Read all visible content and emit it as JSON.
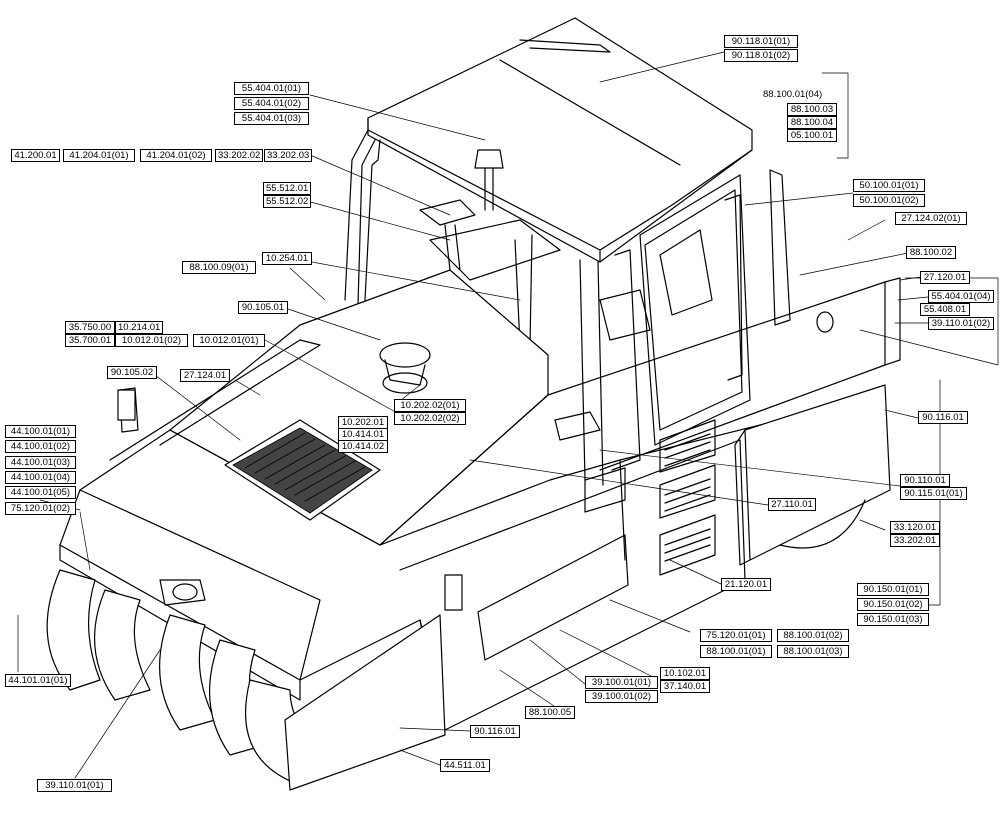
{
  "labels": {
    "p90_118_01_01": "90.118.01(01)",
    "p90_118_01_02": "90.118.01(02)",
    "p88_100_01_04": "88.100.01(04)",
    "p88_100_03": "88.100.03",
    "p88_100_04": "88.100.04",
    "p05_100_01": "05.100.01",
    "p55_404_01_01": "55.404.01(01)",
    "p55_404_01_02": "55.404.01(02)",
    "p55_404_01_03": "55.404.01(03)",
    "p41_200_01": "41.200.01",
    "p41_204_01_01": "41.204.01(01)",
    "p41_204_01_02": "41.204.01(02)",
    "p33_202_02": "33.202.02",
    "p33_202_03": "33.202.03",
    "p55_512_01": "55.512.01",
    "p55_512_02": "55.512.02",
    "p50_100_01_01": "50.100.01(01)",
    "p50_100_01_02": "50.100.01(02)",
    "p27_124_02_01": "27.124.02(01)",
    "p88_100_02": "88.100.02",
    "p27_120_01": "27.120.01",
    "p55_404_01_04": "55.404.01(04)",
    "p55_408_01": "55.408.01",
    "p39_110_01_02": "39.110.01(02)",
    "p10_254_01": "10.254.01",
    "p88_100_09_01": "88.100.09(01)",
    "p90_105_01": "90.105.01",
    "p35_750_00": "35.750.00",
    "p10_214_01": "10.214.01",
    "p35_700_01": "35.700.01",
    "p10_012_01_02": "10.012.01(02)",
    "p10_012_01_01": "10.012.01(01)",
    "p90_105_02": "90.105.02",
    "p27_124_01": "27.124.01",
    "p10_202_02_01": "10.202.02(01)",
    "p10_202_02_02": "10.202.02(02)",
    "p10_202_01": "10.202.01",
    "p10_414_01": "10.414.01",
    "p10_414_02": "10.414.02",
    "p90_116_01_a": "90.116.01",
    "p44_100_01_01": "44.100.01(01)",
    "p44_100_01_02": "44.100.01(02)",
    "p44_100_01_03": "44.100.01(03)",
    "p44_100_01_04": "44.100.01(04)",
    "p44_100_01_05": "44.100.01(05)",
    "p75_120_01_02": "75.120.01(02)",
    "p90_110_01": "90.110.01",
    "p90_115_01_01": "90.115.01(01)",
    "p27_110_01": "27.110.01",
    "p33_120_01": "33.120.01",
    "p33_202_01": "33.202.01",
    "p21_120_01": "21.120.01",
    "p90_150_01_01": "90.150.01(01)",
    "p90_150_01_02": "90.150.01(02)",
    "p90_150_01_03": "90.150.01(03)",
    "p75_120_01_01": "75.120.01(01)",
    "p88_100_01_02": "88.100.01(02)",
    "p88_100_01_01": "88.100.01(01)",
    "p88_100_01_03": "88.100.01(03)",
    "p10_102_01": "10.102.01",
    "p37_140_01": "37.140.01",
    "p39_100_01_01": "39.100.01(01)",
    "p39_100_01_02": "39.100.01(02)",
    "p88_100_05": "88.100.05",
    "p44_101_01_01": "44.101.01(01)",
    "p90_116_01_b": "90.116.01",
    "p44_511_01": "44.511.01",
    "p39_110_01_01": "39.110.01(01)"
  }
}
